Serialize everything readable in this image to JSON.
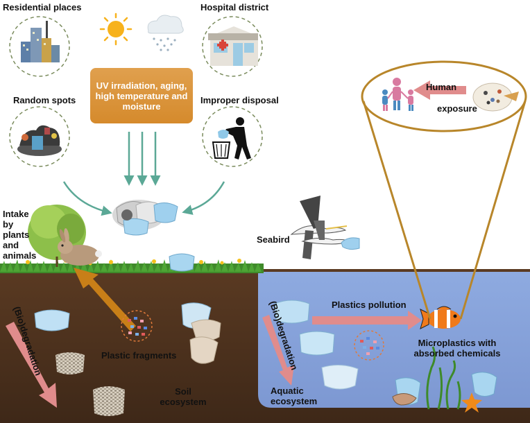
{
  "sources": {
    "residential": "Residential places",
    "hospital": "Hospital district",
    "random": "Random spots",
    "improper": "Improper disposal"
  },
  "process_box": "UV irradiation, aging, high temperature and moisture",
  "labels": {
    "intake": "Intake by plants and animals",
    "seabird": "Seabird",
    "human_1": "Human",
    "human_2": "exposure",
    "plastic_fragments": "Plastic fragments",
    "plastics_pollution": "Plastics pollution",
    "microplastics": "Microplastics with absorbed chemicals",
    "soil_eco": "Soil ecosystem",
    "aquatic_eco": "Aquatic ecosystem",
    "biodeg_soil": "(Bio)degradation",
    "biodeg_water": "(Bio)degradation"
  },
  "colors": {
    "soil": "#4a3020",
    "water": "#8da8dc",
    "teal_arrow": "#5ba896",
    "pink_arrow": "#e08c8c",
    "orange_arrow": "#c87f18",
    "gold_ring": "#b8862a"
  }
}
